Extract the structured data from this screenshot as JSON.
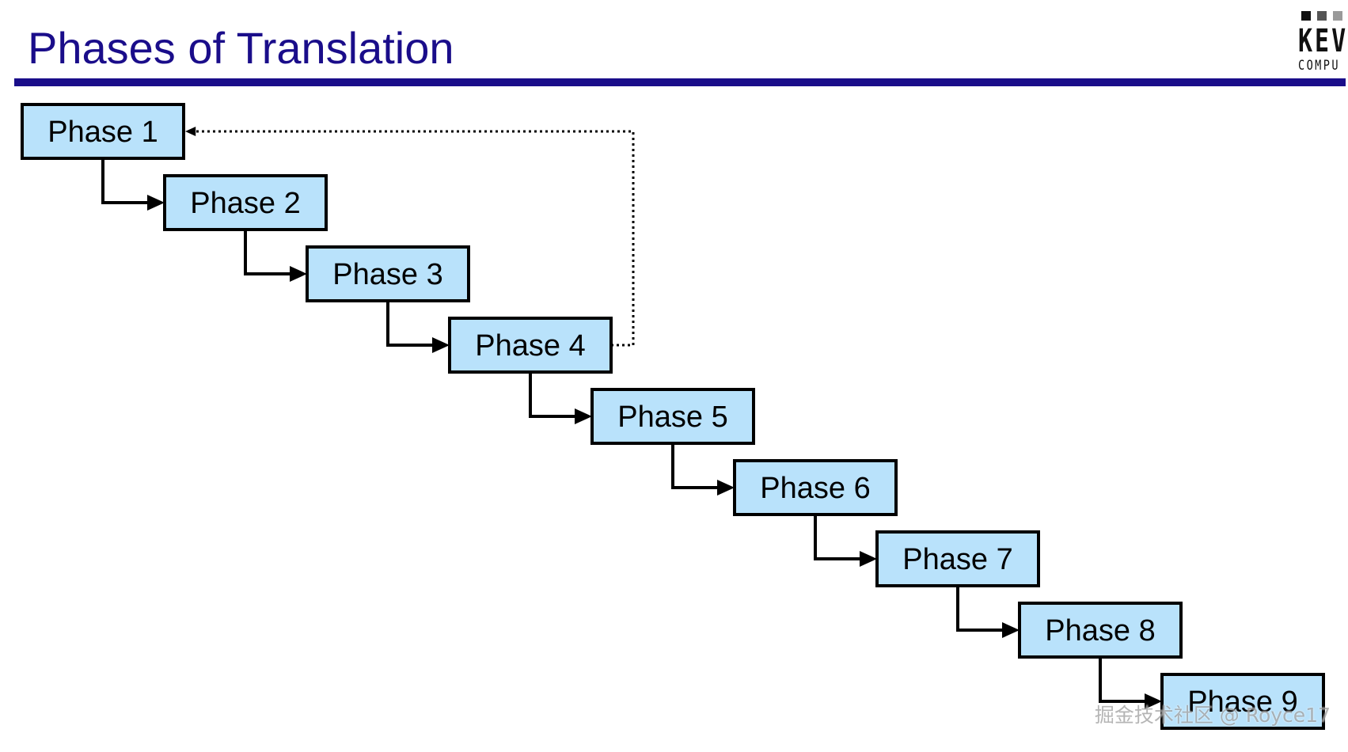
{
  "slide": {
    "title": "Phases of Translation"
  },
  "logo": {
    "word": "KEV",
    "sub": "COMPU",
    "squares": [
      "#111111",
      "#555555",
      "#9a9a9a"
    ]
  },
  "diagram": {
    "phases": [
      "Phase 1",
      "Phase 2",
      "Phase 3",
      "Phase 4",
      "Phase 5",
      "Phase 6",
      "Phase 7",
      "Phase 8",
      "Phase 9"
    ],
    "box_fill": "#b9e2fb",
    "box_stroke": "#000000",
    "title_color": "#1a0d8a",
    "loop_back": {
      "from": "Phase 4",
      "to": "Phase 1",
      "style": "dotted"
    }
  },
  "watermark": {
    "text": "掘金技术社区 @ Royce17"
  }
}
